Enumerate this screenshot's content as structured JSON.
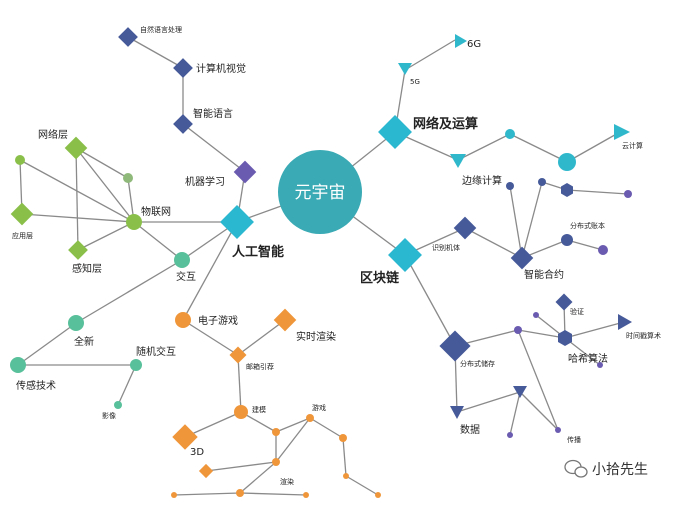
{
  "center": {
    "label": "元宇宙"
  },
  "colors": {
    "center": "#3aaab4",
    "hub": "#2ab7d0",
    "network": "#2fb8cc",
    "ai_branch": "#8ac04a",
    "interaction": "#58c09a",
    "game": "#f0963a",
    "blockchain": "#465a9a",
    "ml": "#6b5bb0",
    "edge": "#8a8a8a"
  },
  "branches": {
    "ai": {
      "label": "人工智能",
      "ml_chain": [
        "自然语言处理",
        "计算机视觉",
        "智能语言",
        "机器学习"
      ],
      "iot": {
        "label": "物联网",
        "layers": [
          "网络层",
          "应用层",
          "感知层"
        ]
      },
      "interaction": {
        "label": "交互",
        "items": [
          "全新",
          "传感技术",
          "随机交互",
          "影像"
        ]
      },
      "games": {
        "label": "电子游戏",
        "items": [
          "实时渲染",
          "邮箱引荐",
          "建模",
          "3D",
          "游戏",
          "渲染"
        ]
      }
    },
    "network": {
      "label": "网络及运算",
      "items": [
        "6G",
        "5G",
        "云计算",
        "边缘计算"
      ]
    },
    "blockchain": {
      "label": "区块链",
      "items": [
        "识别机体",
        "智能合约",
        "分布式账本",
        "分布式储存",
        "验证",
        "哈希算法",
        "时间戳算术",
        "数据",
        "传播"
      ]
    }
  },
  "watermark": {
    "text": "小拾先生",
    "icon": "wechat-icon"
  }
}
